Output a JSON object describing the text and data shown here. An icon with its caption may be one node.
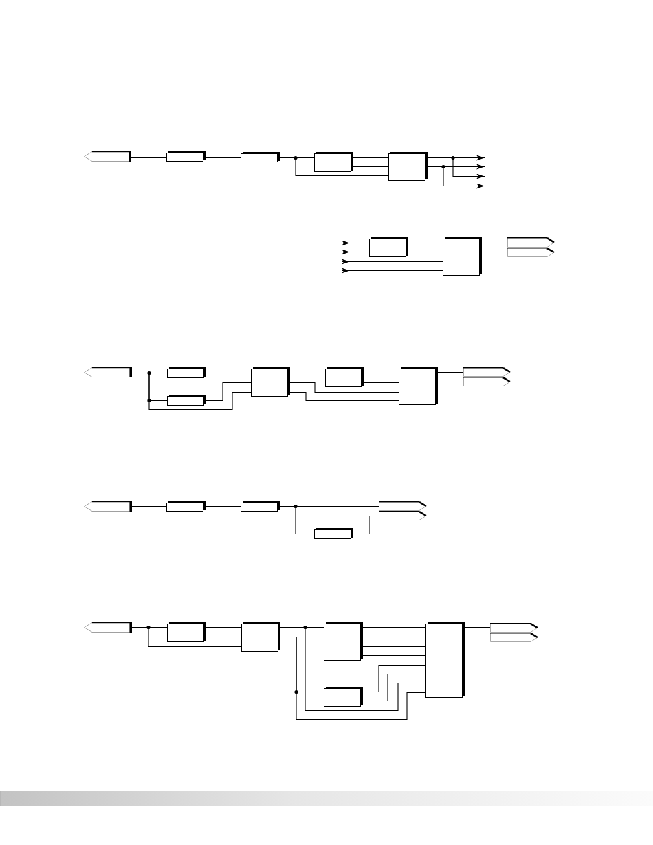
{
  "diagram": {
    "nodes": [
      {
        "text": [],
        "shape": "pentagon"
      },
      {
        "text": [],
        "shape": "box"
      },
      {
        "text": [],
        "shape": "box"
      },
      {
        "text": [],
        "shape": "box"
      },
      {
        "text": [],
        "shape": "box"
      },
      {
        "text": [],
        "shape": "box"
      },
      {
        "text": [],
        "shape": "box"
      },
      {
        "text": [],
        "shape": "pentagon"
      },
      {
        "text": [],
        "shape": "pentagon"
      },
      {
        "text": [],
        "shape": "pentagon"
      },
      {
        "text": [],
        "shape": "box"
      },
      {
        "text": [],
        "shape": "box"
      },
      {
        "text": [],
        "shape": "box"
      },
      {
        "text": [],
        "shape": "box"
      },
      {
        "text": [],
        "shape": "box"
      },
      {
        "text": [],
        "shape": "pentagon"
      },
      {
        "text": [],
        "shape": "pentagon"
      },
      {
        "text": [],
        "shape": "pentagon"
      },
      {
        "text": [],
        "shape": "box"
      },
      {
        "text": [],
        "shape": "box"
      },
      {
        "text": [],
        "shape": "box"
      },
      {
        "text": [],
        "shape": "pentagon"
      },
      {
        "text": [],
        "shape": "pentagon"
      },
      {
        "text": [],
        "shape": "pentagon"
      },
      {
        "text": [],
        "shape": "box"
      },
      {
        "text": [],
        "shape": "box"
      },
      {
        "text": [],
        "shape": "box"
      },
      {
        "text": [],
        "shape": "box"
      },
      {
        "text": [],
        "shape": "box"
      },
      {
        "text": [],
        "shape": "pentagon"
      },
      {
        "text": [],
        "shape": "pentagon"
      }
    ],
    "edges": [
      {
        "from": 0,
        "to": 1,
        "arrow": "none"
      },
      {
        "from": 1,
        "to": 2,
        "arrow": "none"
      },
      {
        "from": 2,
        "to": 3,
        "arrow": "none"
      },
      {
        "from": 2,
        "to": 4,
        "arrow": "none"
      },
      {
        "from": 3,
        "to": 4,
        "arrow": "none"
      },
      {
        "from": 3,
        "to": 4,
        "arrow": "none"
      },
      {
        "from": 4,
        "to": null,
        "arrow": "to"
      },
      {
        "from": 4,
        "to": null,
        "arrow": "to"
      },
      {
        "from": 4,
        "to": null,
        "arrow": "to"
      },
      {
        "from": 4,
        "to": null,
        "arrow": "to"
      },
      {
        "from": 5,
        "to": null,
        "arrow": "to"
      },
      {
        "from": 5,
        "to": null,
        "arrow": "to"
      },
      {
        "from": 6,
        "to": null,
        "arrow": "to"
      },
      {
        "from": 6,
        "to": null,
        "arrow": "to"
      },
      {
        "from": 5,
        "to": 6,
        "arrow": "none"
      },
      {
        "from": 5,
        "to": 6,
        "arrow": "none"
      },
      {
        "from": 6,
        "to": 7,
        "arrow": "none"
      },
      {
        "from": 6,
        "to": 8,
        "arrow": "none"
      },
      {
        "from": 9,
        "to": 10,
        "arrow": "none"
      },
      {
        "from": 9,
        "to": 11,
        "arrow": "none"
      },
      {
        "from": 9,
        "to": 12,
        "arrow": "none"
      },
      {
        "from": 10,
        "to": 12,
        "arrow": "none"
      },
      {
        "from": 11,
        "to": 12,
        "arrow": "none"
      },
      {
        "from": 12,
        "to": 13,
        "arrow": "none"
      },
      {
        "from": 12,
        "to": 14,
        "arrow": "none"
      },
      {
        "from": 12,
        "to": 14,
        "arrow": "none"
      },
      {
        "from": 13,
        "to": 14,
        "arrow": "none"
      },
      {
        "from": 13,
        "to": 14,
        "arrow": "none"
      },
      {
        "from": 14,
        "to": 15,
        "arrow": "none"
      },
      {
        "from": 14,
        "to": 16,
        "arrow": "none"
      },
      {
        "from": 17,
        "to": 18,
        "arrow": "none"
      },
      {
        "from": 18,
        "to": 19,
        "arrow": "none"
      },
      {
        "from": 19,
        "to": 21,
        "arrow": "none"
      },
      {
        "from": 19,
        "to": 20,
        "arrow": "none"
      },
      {
        "from": 20,
        "to": 22,
        "arrow": "none"
      },
      {
        "from": 23,
        "to": 24,
        "arrow": "none"
      },
      {
        "from": 23,
        "to": 25,
        "arrow": "none"
      },
      {
        "from": 24,
        "to": 25,
        "arrow": "none"
      },
      {
        "from": 24,
        "to": 25,
        "arrow": "none"
      },
      {
        "from": 25,
        "to": 26,
        "arrow": "none"
      },
      {
        "from": 25,
        "to": 28,
        "arrow": "none"
      },
      {
        "from": 25,
        "to": 27,
        "arrow": "none"
      },
      {
        "from": 25,
        "to": 28,
        "arrow": "none"
      },
      {
        "from": 26,
        "to": 28,
        "arrow": "none"
      },
      {
        "from": 26,
        "to": 28,
        "arrow": "none"
      },
      {
        "from": 26,
        "to": 28,
        "arrow": "none"
      },
      {
        "from": 26,
        "to": 28,
        "arrow": "none"
      },
      {
        "from": 27,
        "to": 28,
        "arrow": "none"
      },
      {
        "from": 27,
        "to": 28,
        "arrow": "none"
      },
      {
        "from": 28,
        "to": 29,
        "arrow": "none"
      },
      {
        "from": 28,
        "to": 30,
        "arrow": "none"
      }
    ]
  }
}
